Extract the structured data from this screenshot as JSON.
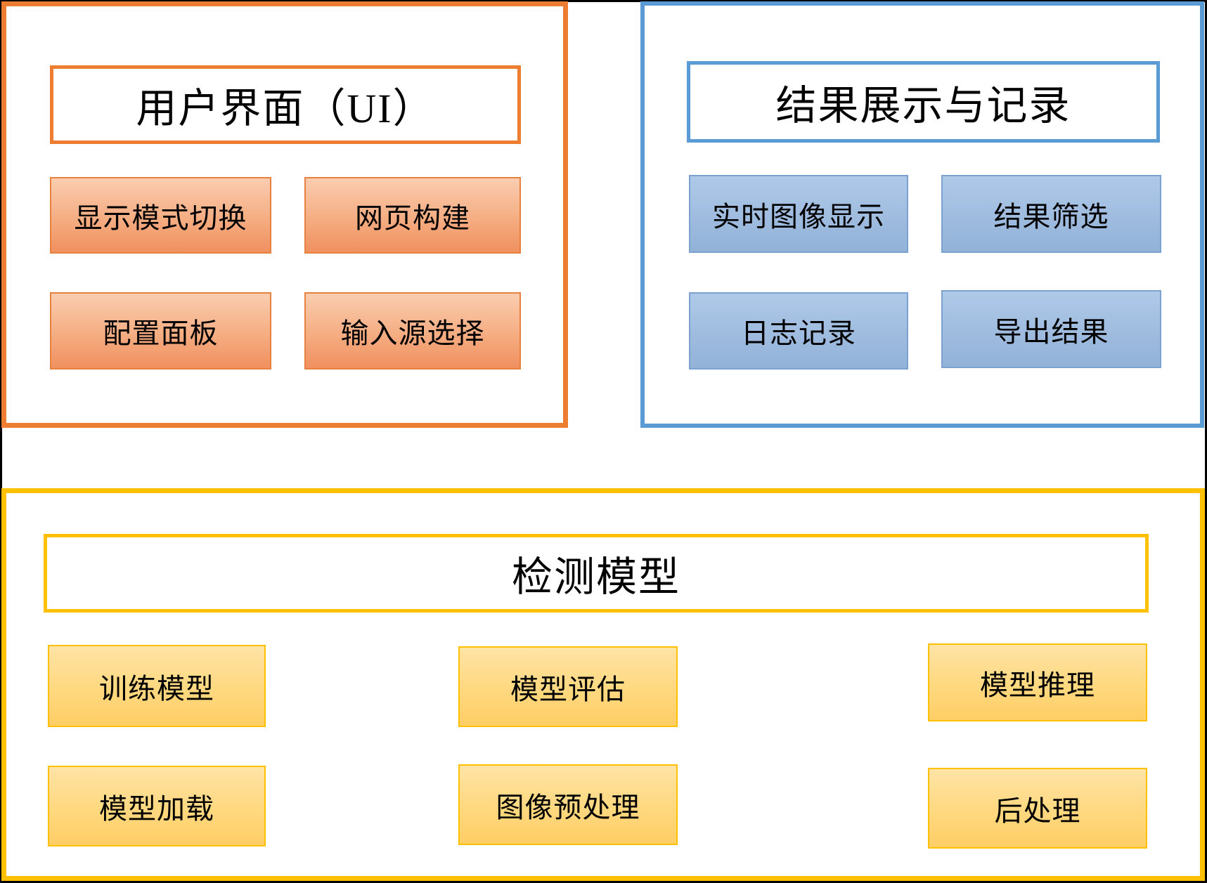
{
  "diagram": {
    "colors": {
      "ui_accent": "#ED7D31",
      "results_accent": "#5B9BD5",
      "model_accent": "#FFC000",
      "frame": "#000000",
      "text": "#000000"
    },
    "sections": [
      {
        "id": "ui",
        "title": "用户界面（UI）",
        "items": [
          "显示模式切换",
          "网页构建",
          "配置面板",
          "输入源选择"
        ]
      },
      {
        "id": "results",
        "title": "结果展示与记录",
        "items": [
          "实时图像显示",
          "结果筛选",
          "日志记录",
          "导出结果"
        ]
      },
      {
        "id": "model",
        "title": "检测模型",
        "items": [
          "训练模型",
          "模型评估",
          "模型推理",
          "模型加载",
          "图像预处理",
          "后处理"
        ]
      }
    ]
  }
}
